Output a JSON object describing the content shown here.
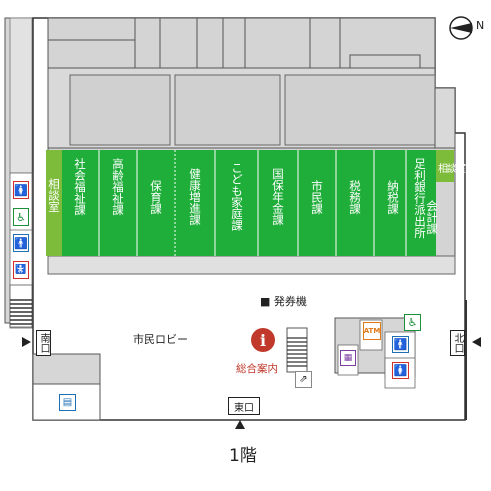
{
  "floor_label": "1階",
  "compass": "N",
  "counters": [
    {
      "id": "soudanshitsu-left",
      "label": "相談室"
    },
    {
      "id": "shakai-fukushi",
      "label": "社会福祉課"
    },
    {
      "id": "koureisha-fukushi",
      "label": "高齢福祉課"
    },
    {
      "id": "hoiku",
      "label": "保育課"
    },
    {
      "id": "kenkou-zoushin",
      "label": "健康増進課"
    },
    {
      "id": "kodomo-katei",
      "label": "こども家庭課"
    },
    {
      "id": "kokuho-nenkin",
      "label": "国保年金課"
    },
    {
      "id": "shimin",
      "label": "市民課"
    },
    {
      "id": "zeimu",
      "label": "税務課"
    },
    {
      "id": "nouzei",
      "label": "納税課"
    },
    {
      "id": "ashikaga-ginkou",
      "label": "足利銀行派出所"
    },
    {
      "id": "kaikei",
      "label": "会計課"
    },
    {
      "id": "soudanshitsu-right",
      "label": "相談室"
    }
  ],
  "labels": {
    "ticket_machine": "発券機",
    "ticket_marker": "■",
    "lobby": "市民ロビー",
    "info_desk": "総合案内",
    "info_symbol": "i",
    "atm": "ATM"
  },
  "entrances": {
    "south": "南口",
    "east": "東口",
    "north": "北口"
  },
  "colors": {
    "counter_green": "#1fae3a",
    "soudan_green": "#7dbb3a",
    "building_gray": "#d0d0d0",
    "info_red": "#c0392b",
    "womens_red": "#d0312d",
    "mens_blue": "#1f6fb5",
    "accessible_green": "#1e8f3a"
  }
}
